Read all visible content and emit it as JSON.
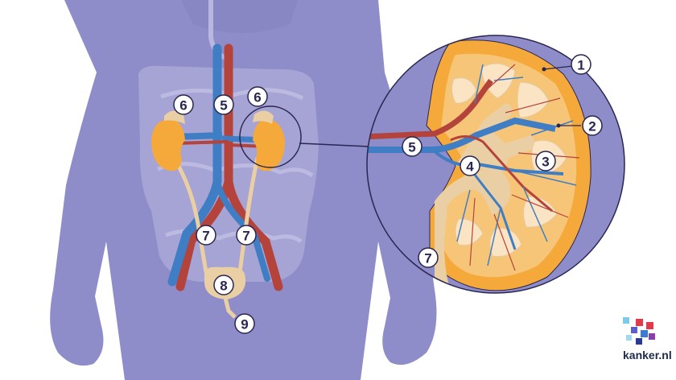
{
  "labels": {
    "adrenal_gland_left": "6",
    "adrenal_gland_right": "6",
    "blood_vessels_body": "5",
    "ureter_left": "7",
    "ureter_right": "7",
    "bladder": "8",
    "urethra": "9",
    "kidney_capsule": "1",
    "kidney_cortex": "2",
    "kidney_medulla": "3",
    "renal_pelvis": "4",
    "blood_vessels_kidney": "5",
    "ureter_kidney": "7"
  },
  "logo": {
    "text": "kanker.nl"
  },
  "colors": {
    "body": "#8e8cc9",
    "body_dark": "#7c7ab8",
    "intestine": "#aaa8d6",
    "kidney": "#f6a93b",
    "urinary": "#e9cfa3",
    "vein": "#3f7ec4",
    "artery": "#b4433b",
    "label_fill": "#ffffff",
    "label_stroke": "#2a2650"
  }
}
